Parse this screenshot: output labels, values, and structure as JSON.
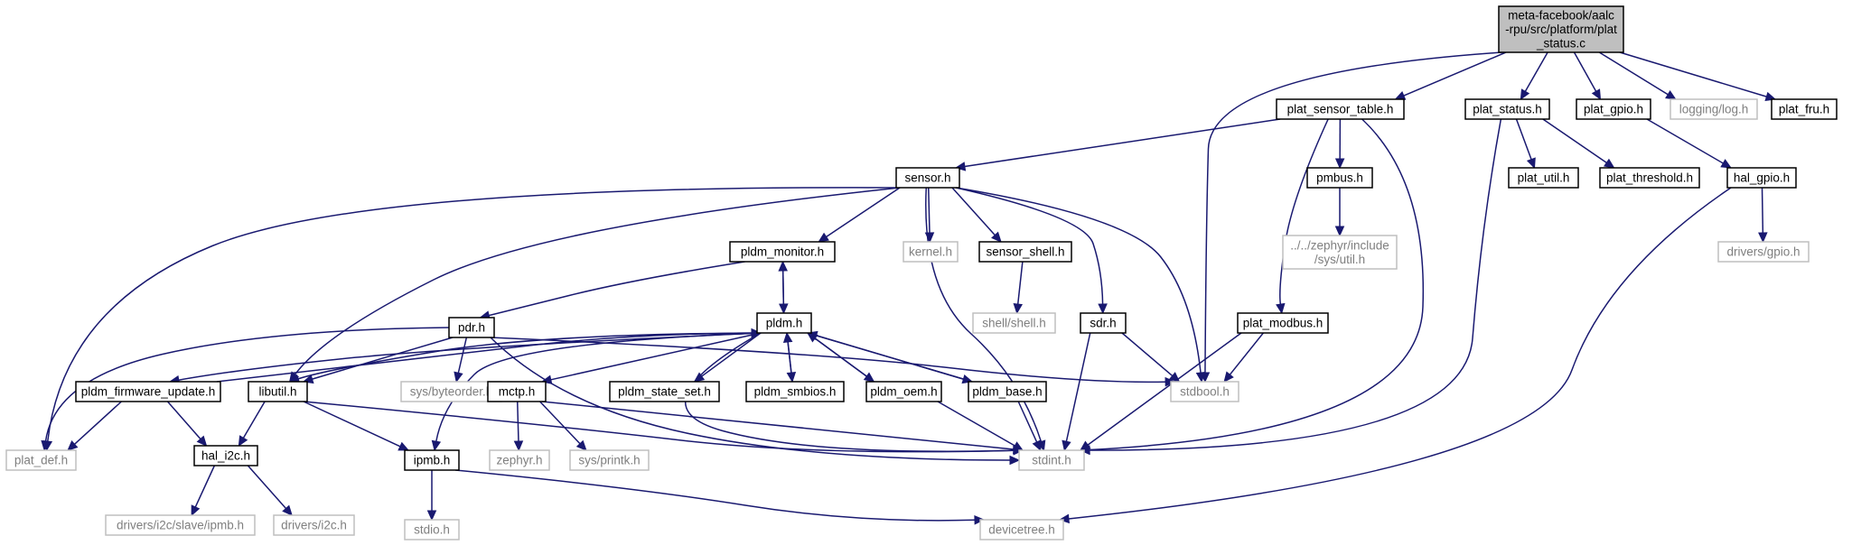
{
  "diagram": {
    "type": "include-dependency-graph",
    "nodes": [
      {
        "id": "root",
        "lines": [
          "meta-facebook/aalc",
          "-rpu/src/platform/plat",
          "_status.c"
        ],
        "style": "root"
      },
      {
        "id": "plat_sensor_table",
        "lines": [
          "plat_sensor_table.h"
        ],
        "style": "documented"
      },
      {
        "id": "plat_status",
        "lines": [
          "plat_status.h"
        ],
        "style": "documented"
      },
      {
        "id": "plat_gpio",
        "lines": [
          "plat_gpio.h"
        ],
        "style": "documented"
      },
      {
        "id": "logging_log",
        "lines": [
          "logging/log.h"
        ],
        "style": "external"
      },
      {
        "id": "plat_fru",
        "lines": [
          "plat_fru.h"
        ],
        "style": "documented"
      },
      {
        "id": "sensor",
        "lines": [
          "sensor.h"
        ],
        "style": "documented"
      },
      {
        "id": "pmbus",
        "lines": [
          "pmbus.h"
        ],
        "style": "documented"
      },
      {
        "id": "plat_util",
        "lines": [
          "plat_util.h"
        ],
        "style": "documented"
      },
      {
        "id": "plat_threshold",
        "lines": [
          "plat_threshold.h"
        ],
        "style": "documented"
      },
      {
        "id": "hal_gpio",
        "lines": [
          "hal_gpio.h"
        ],
        "style": "documented"
      },
      {
        "id": "pldm_monitor",
        "lines": [
          "pldm_monitor.h"
        ],
        "style": "documented"
      },
      {
        "id": "kernel",
        "lines": [
          "kernel.h"
        ],
        "style": "external"
      },
      {
        "id": "sensor_shell",
        "lines": [
          "sensor_shell.h"
        ],
        "style": "documented"
      },
      {
        "id": "zephyr_util",
        "lines": [
          "../../zephyr/include",
          "/sys/util.h"
        ],
        "style": "external"
      },
      {
        "id": "drivers_gpio",
        "lines": [
          "drivers/gpio.h"
        ],
        "style": "external"
      },
      {
        "id": "shell_shell",
        "lines": [
          "shell/shell.h"
        ],
        "style": "external"
      },
      {
        "id": "pdr",
        "lines": [
          "pdr.h"
        ],
        "style": "documented"
      },
      {
        "id": "pldm",
        "lines": [
          "pldm.h"
        ],
        "style": "documented"
      },
      {
        "id": "sdr",
        "lines": [
          "sdr.h"
        ],
        "style": "documented"
      },
      {
        "id": "plat_modbus",
        "lines": [
          "plat_modbus.h"
        ],
        "style": "documented"
      },
      {
        "id": "pldm_firmware_update",
        "lines": [
          "pldm_firmware_update.h"
        ],
        "style": "documented"
      },
      {
        "id": "libutil",
        "lines": [
          "libutil.h"
        ],
        "style": "documented"
      },
      {
        "id": "sys_byteorder",
        "lines": [
          "sys/byteorder.h"
        ],
        "style": "external"
      },
      {
        "id": "mctp",
        "lines": [
          "mctp.h"
        ],
        "style": "documented"
      },
      {
        "id": "pldm_state_set",
        "lines": [
          "pldm_state_set.h"
        ],
        "style": "documented"
      },
      {
        "id": "pldm_smbios",
        "lines": [
          "pldm_smbios.h"
        ],
        "style": "documented"
      },
      {
        "id": "pldm_oem",
        "lines": [
          "pldm_oem.h"
        ],
        "style": "documented"
      },
      {
        "id": "pldm_base",
        "lines": [
          "pldm_base.h"
        ],
        "style": "documented"
      },
      {
        "id": "stdbool",
        "lines": [
          "stdbool.h"
        ],
        "style": "external"
      },
      {
        "id": "plat_def",
        "lines": [
          "plat_def.h"
        ],
        "style": "external"
      },
      {
        "id": "hal_i2c",
        "lines": [
          "hal_i2c.h"
        ],
        "style": "documented"
      },
      {
        "id": "ipmb",
        "lines": [
          "ipmb.h"
        ],
        "style": "documented"
      },
      {
        "id": "zephyr_h",
        "lines": [
          "zephyr.h"
        ],
        "style": "external"
      },
      {
        "id": "sys_printk",
        "lines": [
          "sys/printk.h"
        ],
        "style": "external"
      },
      {
        "id": "stdint",
        "lines": [
          "stdint.h"
        ],
        "style": "external"
      },
      {
        "id": "drivers_i2c_slave_ipmb",
        "lines": [
          "drivers/i2c/slave/ipmb.h"
        ],
        "style": "external"
      },
      {
        "id": "drivers_i2c",
        "lines": [
          "drivers/i2c.h"
        ],
        "style": "external"
      },
      {
        "id": "stdio",
        "lines": [
          "stdio.h"
        ],
        "style": "external"
      },
      {
        "id": "devicetree",
        "lines": [
          "devicetree.h"
        ],
        "style": "external"
      }
    ],
    "edges": [
      [
        "root",
        "plat_sensor_table"
      ],
      [
        "root",
        "plat_status"
      ],
      [
        "root",
        "plat_gpio"
      ],
      [
        "root",
        "logging_log"
      ],
      [
        "root",
        "plat_fru"
      ],
      [
        "root",
        "stdbool"
      ],
      [
        "plat_sensor_table",
        "sensor"
      ],
      [
        "plat_sensor_table",
        "pmbus"
      ],
      [
        "plat_sensor_table",
        "plat_modbus"
      ],
      [
        "plat_sensor_table",
        "stdint"
      ],
      [
        "plat_status",
        "plat_util"
      ],
      [
        "plat_status",
        "plat_threshold"
      ],
      [
        "plat_status",
        "stdint"
      ],
      [
        "plat_gpio",
        "hal_gpio"
      ],
      [
        "hal_gpio",
        "drivers_gpio"
      ],
      [
        "hal_gpio",
        "devicetree"
      ],
      [
        "pmbus",
        "zephyr_util"
      ],
      [
        "sensor",
        "pldm_monitor"
      ],
      [
        "sensor",
        "kernel"
      ],
      [
        "sensor",
        "sensor_shell"
      ],
      [
        "sensor",
        "sdr"
      ],
      [
        "sensor",
        "stdbool"
      ],
      [
        "sensor",
        "stdint"
      ],
      [
        "sensor",
        "libutil"
      ],
      [
        "sensor",
        "plat_def"
      ],
      [
        "sensor_shell",
        "shell_shell"
      ],
      [
        "pldm_monitor",
        "pldm"
      ],
      [
        "pldm_monitor",
        "pdr"
      ],
      [
        "pldm",
        "pldm_monitor"
      ],
      [
        "pldm",
        "mctp"
      ],
      [
        "pldm",
        "pldm_state_set"
      ],
      [
        "pldm",
        "pldm_smbios"
      ],
      [
        "pldm",
        "pldm_oem"
      ],
      [
        "pldm",
        "pldm_base"
      ],
      [
        "pldm",
        "pldm_firmware_update"
      ],
      [
        "pldm",
        "libutil"
      ],
      [
        "pldm",
        "ipmb"
      ],
      [
        "pldm",
        "stdint"
      ],
      [
        "pldm_smbios",
        "pldm"
      ],
      [
        "pldm_oem",
        "pldm"
      ],
      [
        "pldm_base",
        "pldm"
      ],
      [
        "pldm_firmware_update",
        "pldm"
      ],
      [
        "pldm_oem",
        "stdint"
      ],
      [
        "pldm_base",
        "stdint"
      ],
      [
        "pldm_firmware_update",
        "hal_i2c"
      ],
      [
        "pldm_firmware_update",
        "plat_def"
      ],
      [
        "pdr",
        "libutil"
      ],
      [
        "pdr",
        "sys_byteorder"
      ],
      [
        "pdr",
        "plat_def"
      ],
      [
        "pdr",
        "stdint"
      ],
      [
        "pdr",
        "stdbool"
      ],
      [
        "libutil",
        "hal_i2c"
      ],
      [
        "libutil",
        "ipmb"
      ],
      [
        "libutil",
        "stdint"
      ],
      [
        "sdr",
        "stdbool"
      ],
      [
        "sdr",
        "stdint"
      ],
      [
        "plat_modbus",
        "stdbool"
      ],
      [
        "plat_modbus",
        "stdint"
      ],
      [
        "mctp",
        "zephyr_h"
      ],
      [
        "mctp",
        "sys_printk"
      ],
      [
        "mctp",
        "stdint"
      ],
      [
        "hal_i2c",
        "drivers_i2c_slave_ipmb"
      ],
      [
        "hal_i2c",
        "drivers_i2c"
      ],
      [
        "ipmb",
        "stdio"
      ],
      [
        "ipmb",
        "devicetree"
      ]
    ],
    "colors": {
      "edge": "#191970",
      "root_fill": "#bfbfbf",
      "documented_border": "#000000",
      "external_border": "#bfbfbf",
      "external_text": "#7f7f7f",
      "text": "#000000"
    }
  }
}
